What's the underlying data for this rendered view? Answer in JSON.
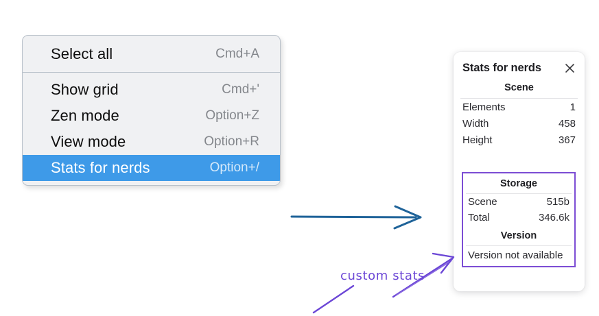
{
  "colors": {
    "menu_bg": "#f0f1f3",
    "menu_border": "#b9c1ca",
    "highlight": "#3e9ae8",
    "shortcut_text": "#84878c",
    "panel_bg": "#ffffff",
    "purple_accent": "#7c4dd4",
    "purple_ink": "#6b46d6",
    "blue_arrow": "#1f6399"
  },
  "context_menu": {
    "groups": [
      {
        "items": [
          {
            "label": "Select all",
            "shortcut": "Cmd+A",
            "selected": false
          }
        ]
      },
      {
        "items": [
          {
            "label": "Show grid",
            "shortcut": "Cmd+'",
            "selected": false
          },
          {
            "label": "Zen mode",
            "shortcut": "Option+Z",
            "selected": false
          },
          {
            "label": "View mode",
            "shortcut": "Option+R",
            "selected": false
          },
          {
            "label": "Stats for nerds",
            "shortcut": "Option+/",
            "selected": true
          }
        ]
      }
    ]
  },
  "stats_panel": {
    "title": "Stats for nerds",
    "close_icon": "close-icon",
    "scene": {
      "heading": "Scene",
      "rows": [
        {
          "key": "Elements",
          "value": "1"
        },
        {
          "key": "Width",
          "value": "458"
        },
        {
          "key": "Height",
          "value": "367"
        }
      ]
    },
    "storage": {
      "heading": "Storage",
      "rows": [
        {
          "key": "Scene",
          "value": "515b"
        },
        {
          "key": "Total",
          "value": "346.6k"
        }
      ]
    },
    "version": {
      "heading": "Version",
      "text": "Version not available"
    }
  },
  "annotations": {
    "blue_arrow_name": "blue-arrow-to-panel",
    "purple_label": "custom stats",
    "purple_arrow_name": "purple-arrow-to-custom-box"
  }
}
